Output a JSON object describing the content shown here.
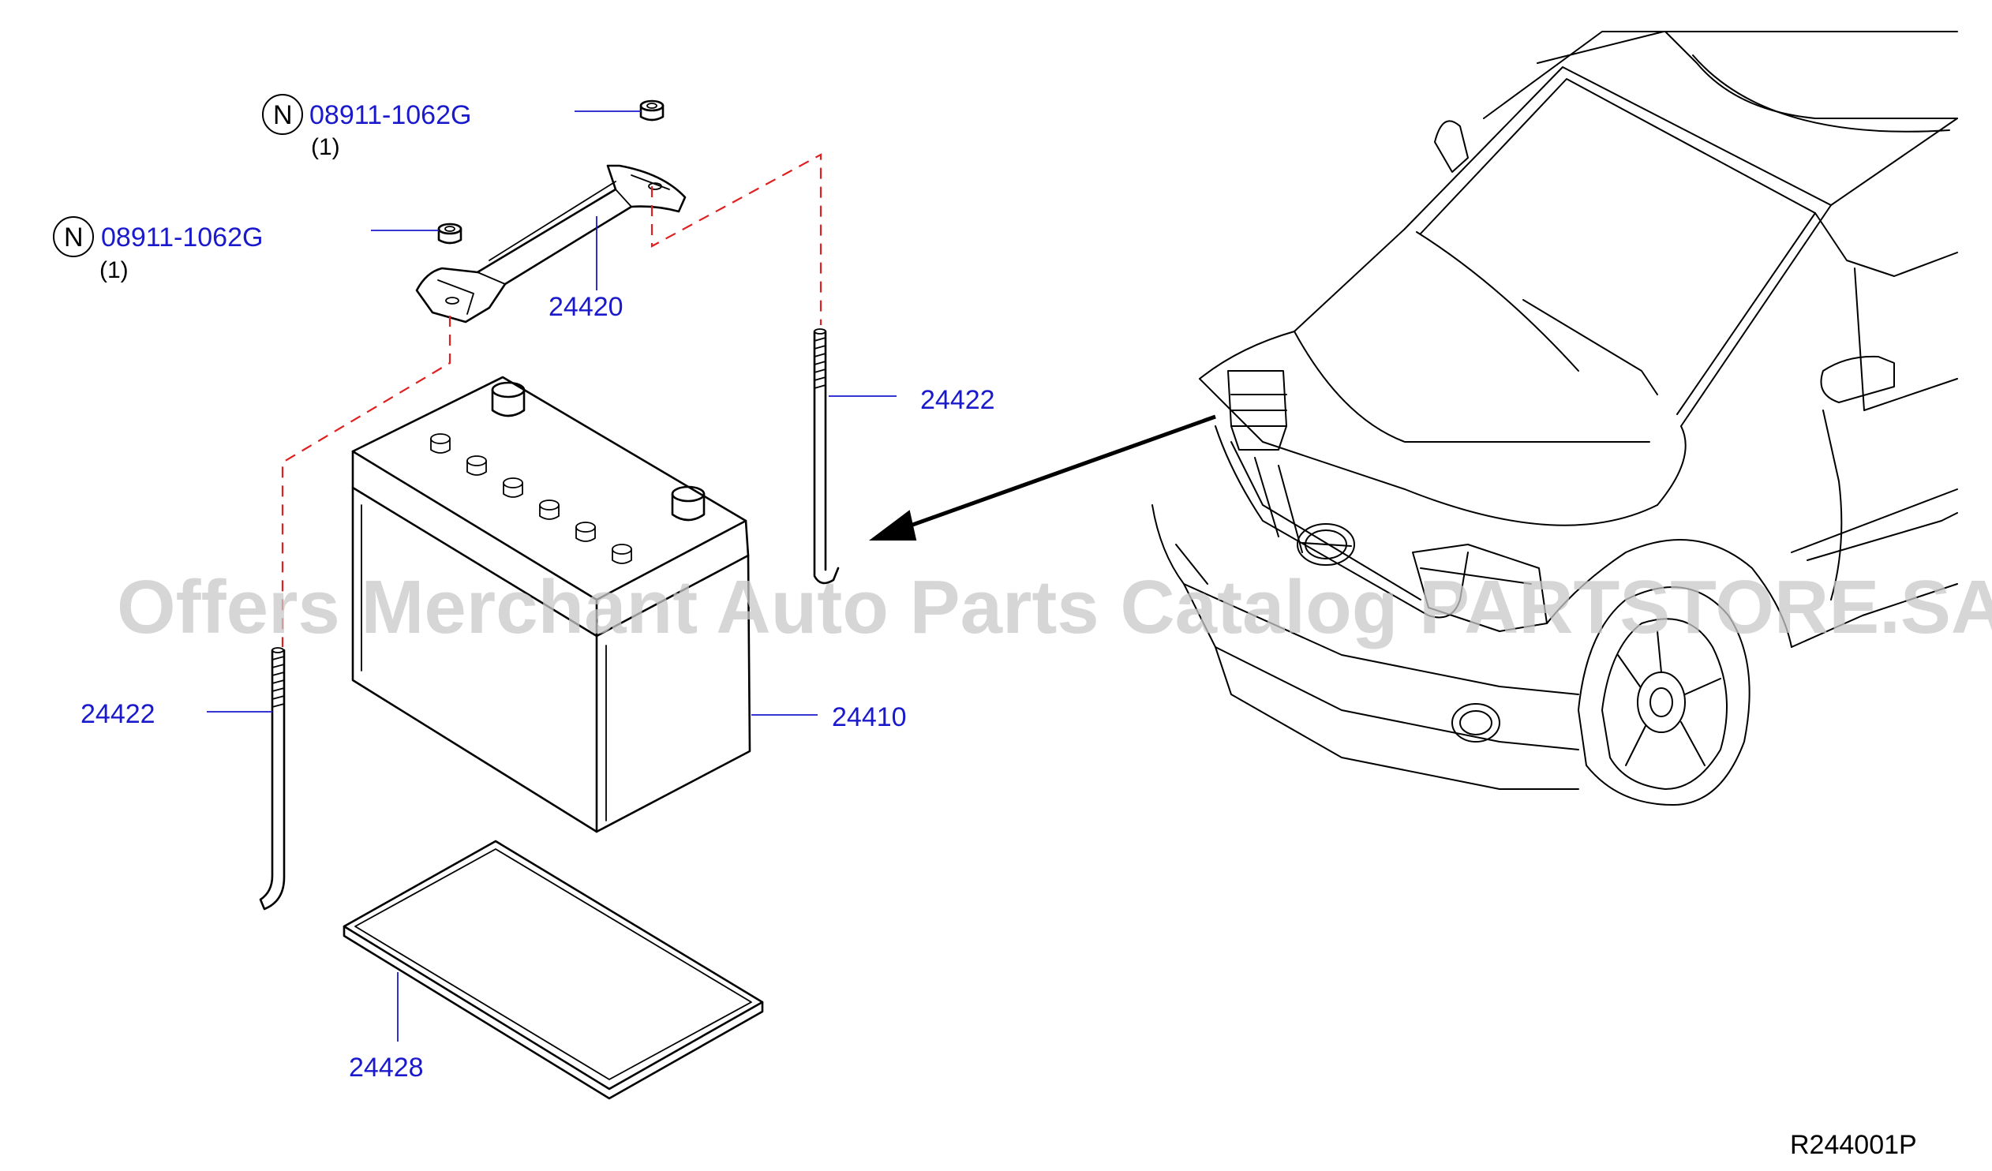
{
  "diagram": {
    "parts": {
      "nut_upper": {
        "code": "08911-1062G",
        "qty": "(1)",
        "mark": "N"
      },
      "nut_lower": {
        "code": "08911-1062G",
        "qty": "(1)",
        "mark": "N"
      },
      "bracket": {
        "number": "24420"
      },
      "rod_right": {
        "number": "24422"
      },
      "rod_left": {
        "number": "24422"
      },
      "battery": {
        "number": "24410"
      },
      "tray": {
        "number": "24428"
      }
    },
    "reference_code": "R244001P",
    "watermark": "Offers Merchant Auto Parts Catalog PARTSTORE.SA"
  }
}
